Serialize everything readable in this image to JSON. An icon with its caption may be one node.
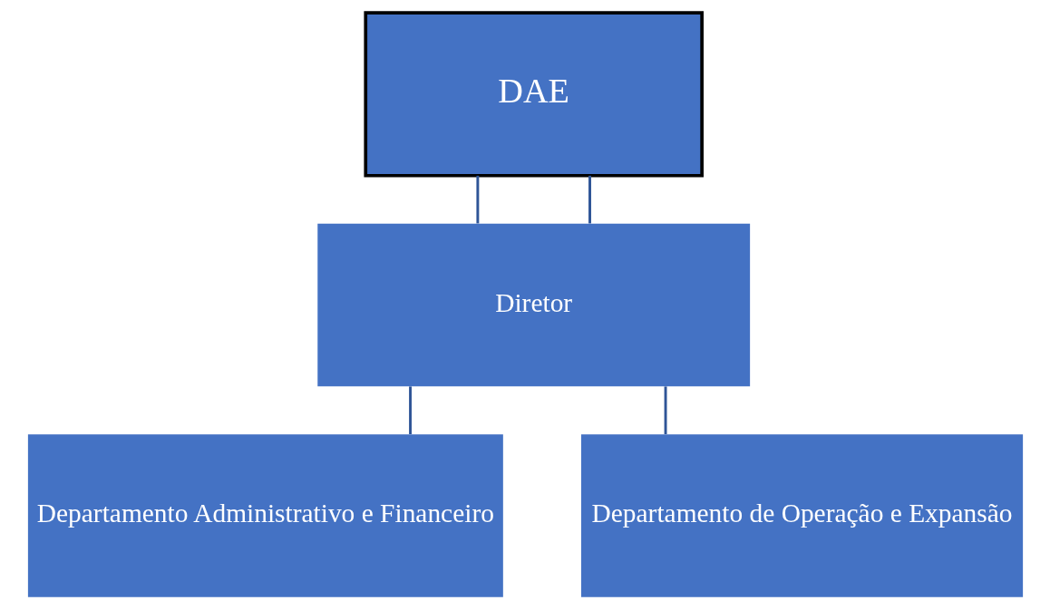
{
  "diagram": {
    "nodes": [
      {
        "text": [
          "DAE"
        ]
      },
      {
        "text": [
          "Diretor"
        ]
      },
      {
        "text": [
          "Departamento Administrativo e Financeiro"
        ]
      },
      {
        "text": [
          "Departamento de Operação e Expansão"
        ]
      }
    ],
    "edges": [
      {
        "from": 0,
        "to": 1,
        "arrow": "none"
      },
      {
        "from": 0,
        "to": 1,
        "arrow": "none"
      },
      {
        "from": 1,
        "to": 2,
        "arrow": "none"
      },
      {
        "from": 1,
        "to": 3,
        "arrow": "none"
      }
    ]
  }
}
